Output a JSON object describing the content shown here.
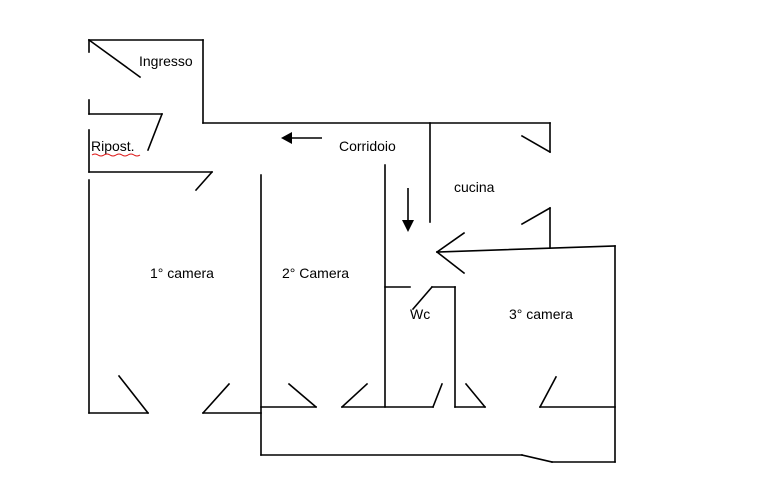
{
  "plan": {
    "rooms": {
      "ingresso": "Ingresso",
      "ripost": "Ripost.",
      "corridoio": "Corridoio",
      "cucina": "cucina",
      "camera1": "1° camera",
      "camera2": "2° Camera",
      "wc": "Wc",
      "camera3": "3° camera"
    }
  }
}
